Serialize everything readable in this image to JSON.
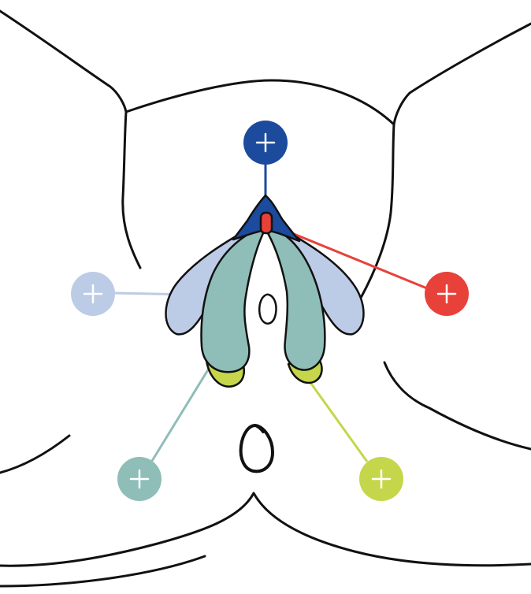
{
  "colors": {
    "outline": "#111111",
    "dark_blue": "#1c4a9c",
    "light_blue": "#bccbe6",
    "teal": "#8fbdb8",
    "lime": "#c5d64a",
    "red": "#e8413a"
  },
  "hotspots": [
    {
      "id": "top",
      "glyph": "plus-icon",
      "color": "#1c4a9c"
    },
    {
      "id": "left-upper",
      "glyph": "plus-icon",
      "color": "#bccbe6"
    },
    {
      "id": "right-upper",
      "glyph": "plus-icon",
      "color": "#e8413a"
    },
    {
      "id": "left-lower",
      "glyph": "plus-icon",
      "color": "#8fbdb8"
    },
    {
      "id": "right-lower",
      "glyph": "plus-icon",
      "color": "#c5d64a"
    }
  ]
}
